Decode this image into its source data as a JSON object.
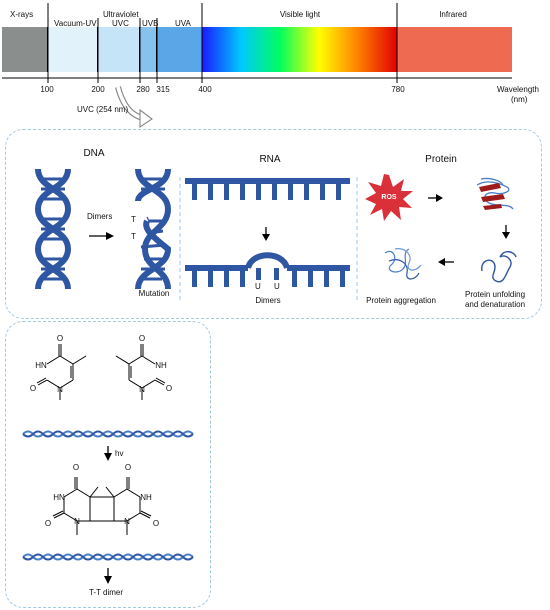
{
  "spectrum": {
    "bands": {
      "xrays": "X-rays",
      "vacuum_uv": "Vacuum-UV",
      "ultraviolet": "Ultraviolet",
      "uvc": "UVC",
      "uvb": "UVB",
      "uva": "UVA",
      "visible": "Visible light",
      "infrared": "Infrared"
    },
    "ticks": [
      "100",
      "200",
      "280",
      "315",
      "400",
      "780"
    ],
    "axis_label_line1": "Wavelength",
    "axis_label_line2": "(nm)",
    "colors": {
      "xrays": "#8a8f8e",
      "vacuum_uv": "#e2f2fb",
      "uvc": "#c6e4f7",
      "uvb": "#86c2ee",
      "uva": "#5ba6e6",
      "infrared": "#ee6a50"
    }
  },
  "arrow_label": "UVC (254 nm)",
  "damage_panel": {
    "dna": {
      "title": "DNA",
      "dimers": "Dimers",
      "mutation": "Mutation",
      "t1": "T",
      "t2": "T"
    },
    "rna": {
      "title": "RNA",
      "dimers": "Dimers",
      "u1": "U",
      "u2": "U"
    },
    "protein": {
      "title": "Protein",
      "ros": "ROS",
      "aggregation": "Protein aggregation",
      "unfolding_line1": "Protein unfolding",
      "unfolding_line2": "and denaturation"
    }
  },
  "chemistry_panel": {
    "hv": "hv",
    "result": "T-T dimer",
    "atoms": {
      "o": "O",
      "nh": "NH",
      "hn": "HN",
      "n": "N"
    }
  },
  "colors": {
    "helix": "#2f56a3",
    "panel_border": "#9ec9e8",
    "ros": "#d9303a",
    "protein_red": "#9e1b1b",
    "protein_blue": "#4a7fc8"
  }
}
